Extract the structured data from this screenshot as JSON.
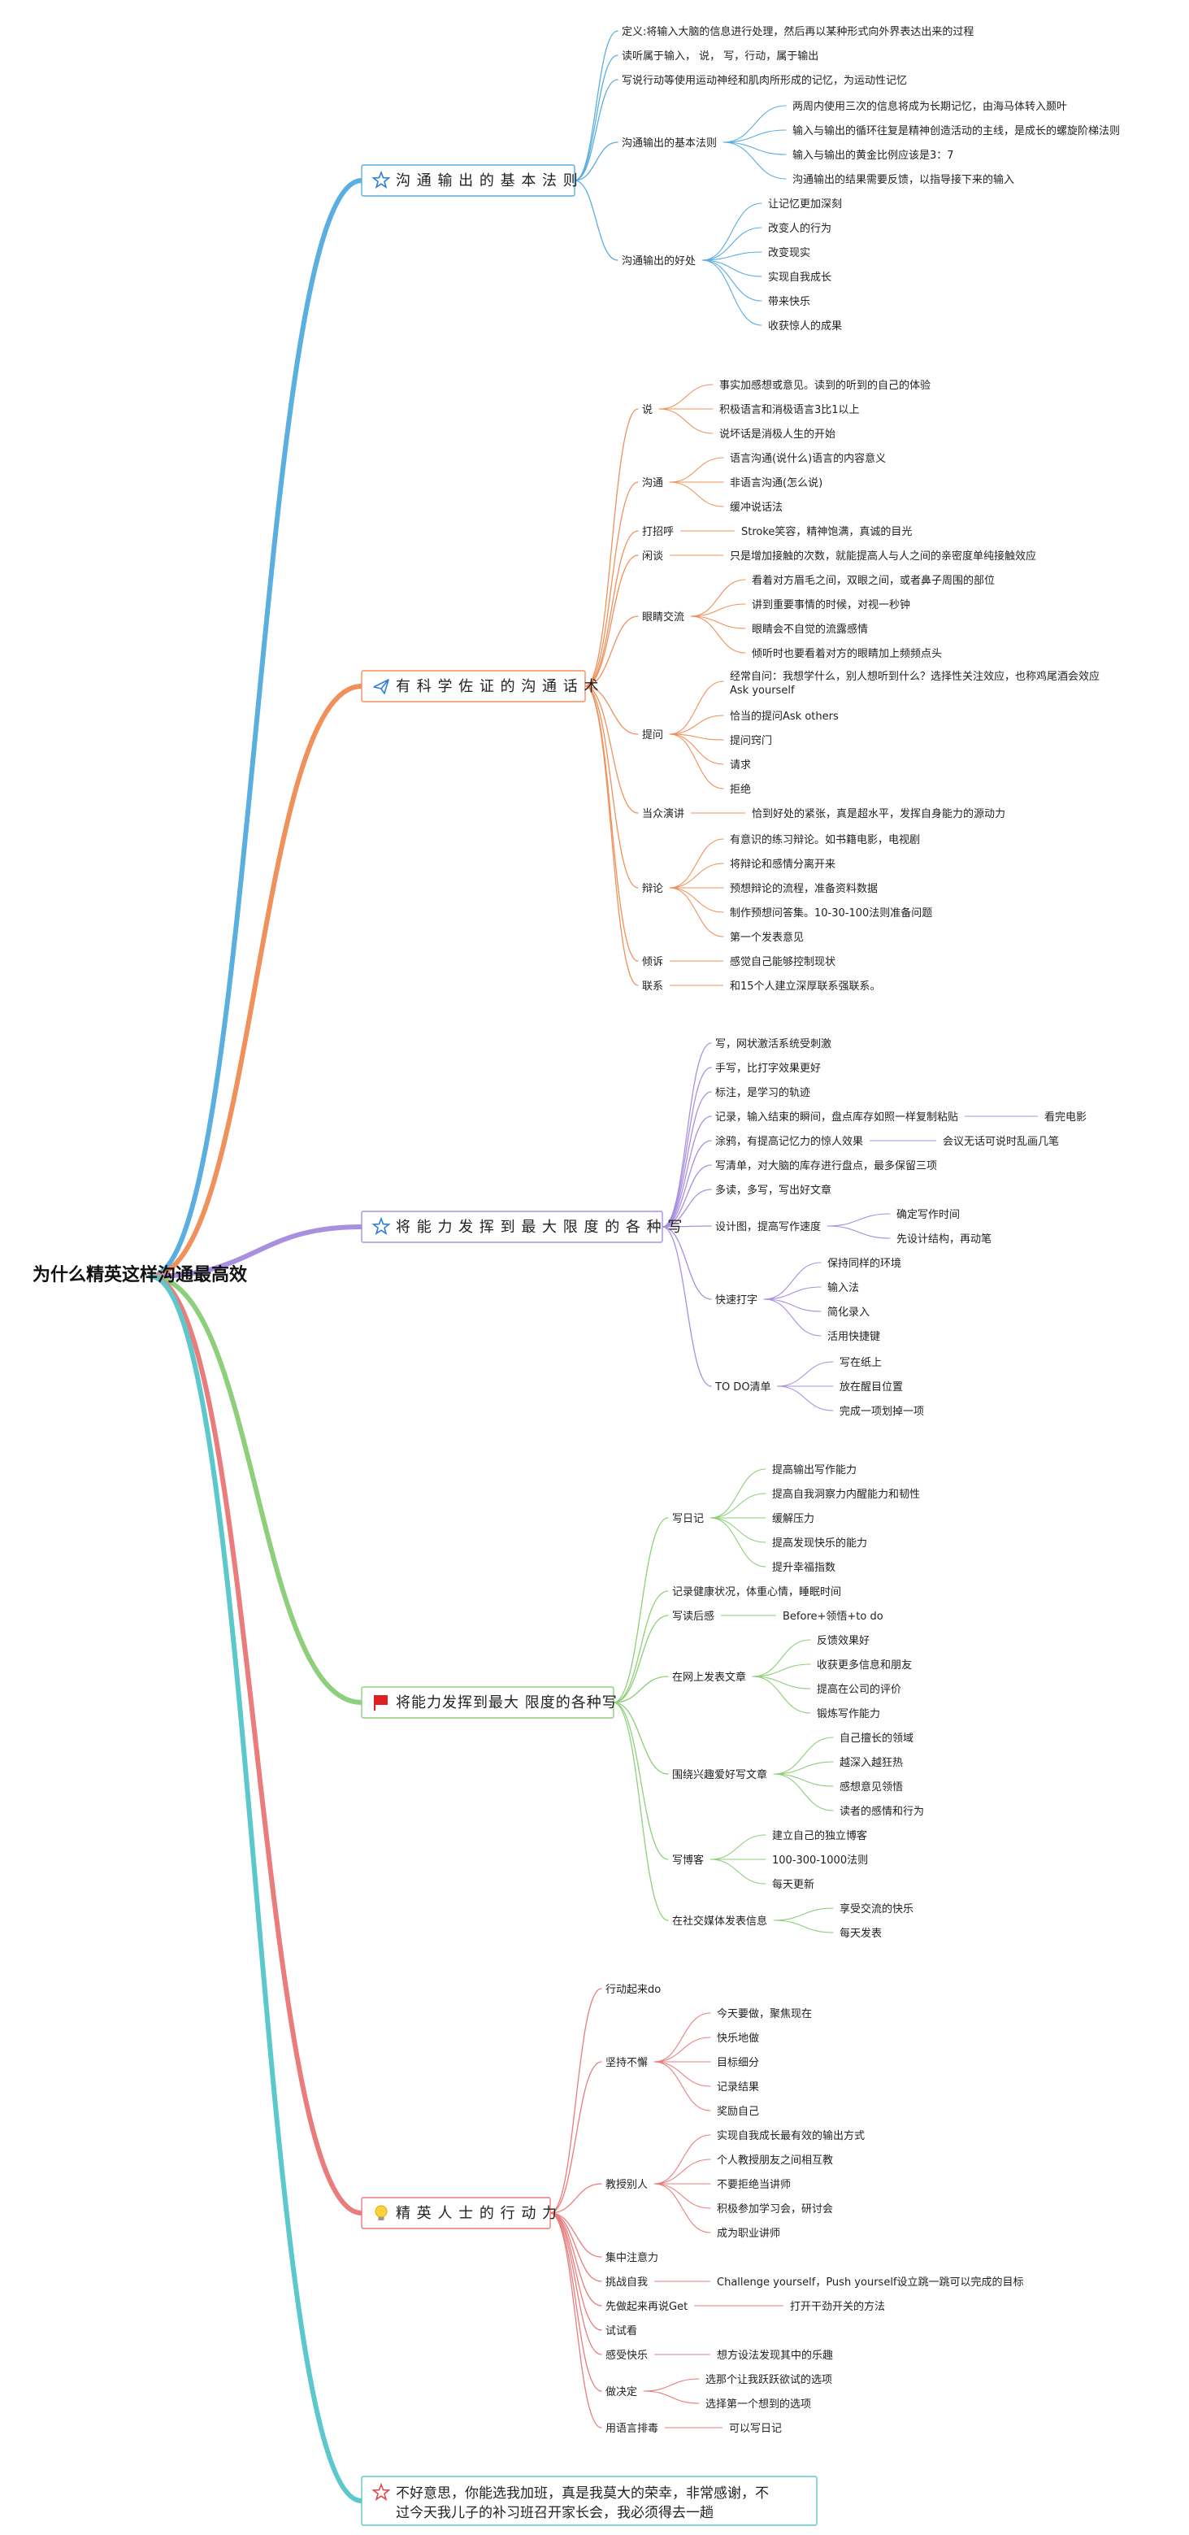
{
  "root": "为什么精英这样沟通最高效",
  "branches": [
    {
      "title": "沟 通 输 出 的 基 本 法 则",
      "icon": "star-outline-icon",
      "color": "#5aaee0",
      "children": [
        {
          "label": "定义:将输入大脑的信息进行处理，然后再以某种形式向外界表达出来的过程"
        },
        {
          "label": "读听属于输入， 说， 写，行动，属于输出"
        },
        {
          "label": "写说行动等使用运动神经和肌肉所形成的记忆，为运动性记忆"
        },
        {
          "label": "沟通输出的基本法则",
          "children": [
            {
              "label": "两周内使用三次的信息将成为长期记忆，由海马体转入颞叶"
            },
            {
              "label": "输入与输出的循环往复是精神创造活动的主线，是成长的螺旋阶梯法则"
            },
            {
              "label": "输入与输出的黄金比例应该是3：7"
            },
            {
              "label": "沟通输出的结果需要反馈，以指导接下来的输入"
            }
          ]
        },
        {
          "label": "沟通输出的好处",
          "children": [
            {
              "label": "让记忆更加深刻"
            },
            {
              "label": "改变人的行为"
            },
            {
              "label": "改变现实"
            },
            {
              "label": "实现自我成长"
            },
            {
              "label": "带来快乐"
            },
            {
              "label": "收获惊人的成果"
            }
          ]
        }
      ]
    },
    {
      "title": "有 科 学 佐 证 的 沟 通 话 术",
      "icon": "paper-plane-icon",
      "color": "#f0905a",
      "children": [
        {
          "label": "说",
          "children": [
            {
              "label": "事实加感想或意见。读到的听到的自己的体验"
            },
            {
              "label": "积极语言和消极语言3比1以上"
            },
            {
              "label": "说坏话是消极人生的开始"
            }
          ]
        },
        {
          "label": "沟通",
          "children": [
            {
              "label": "语言沟通(说什么)语言的内容意义"
            },
            {
              "label": "非语言沟通(怎么说)"
            },
            {
              "label": "缓冲说话法"
            }
          ]
        },
        {
          "label": "打招呼",
          "children": [
            {
              "label": "Stroke笑容，精神饱满，真诚的目光"
            }
          ]
        },
        {
          "label": "闲谈",
          "children": [
            {
              "label": "只是增加接触的次数，就能提高人与人之间的亲密度单纯接触效应"
            }
          ]
        },
        {
          "label": "眼睛交流",
          "children": [
            {
              "label": "看着对方眉毛之间，双眼之间，或者鼻子周围的部位"
            },
            {
              "label": "讲到重要事情的时候，对视一秒钟"
            },
            {
              "label": "眼睛会不自觉的流露感情"
            },
            {
              "label": "倾听时也要看着对方的眼睛加上频频点头"
            }
          ]
        },
        {
          "label": "提问",
          "children": [
            {
              "label": "经常自问：我想学什么，别人想听到什么？选择性关注效应，也称鸡尾酒会效应",
              "label2": "Ask yourself"
            },
            {
              "label": "恰当的提问Ask others"
            },
            {
              "label": "提问窍门"
            },
            {
              "label": "请求"
            },
            {
              "label": "拒绝"
            }
          ]
        },
        {
          "label": "当众演讲",
          "children": [
            {
              "label": "恰到好处的紧张，真是超水平，发挥自身能力的源动力"
            }
          ]
        },
        {
          "label": "辩论",
          "children": [
            {
              "label": "有意识的练习辩论。如书籍电影，电视剧"
            },
            {
              "label": "将辩论和感情分离开来"
            },
            {
              "label": "预想辩论的流程，准备资料数据"
            },
            {
              "label": "制作预想问答集。10-30-100法则准备问题"
            },
            {
              "label": "第一个发表意见"
            }
          ]
        },
        {
          "label": "倾诉",
          "children": [
            {
              "label": "感觉自己能够控制现状"
            }
          ]
        },
        {
          "label": "联系",
          "children": [
            {
              "label": "和15个人建立深厚联系强联系。"
            }
          ]
        }
      ]
    },
    {
      "title": "将 能 力 发 挥 到 最 大 限 度 的 各 种 写",
      "icon": "star-outline-icon",
      "color": "#a98fe0",
      "children": [
        {
          "label": "写，网状激活系统受刺激"
        },
        {
          "label": "手写，比打字效果更好"
        },
        {
          "label": "标注，是学习的轨迹"
        },
        {
          "label": "记录，输入结束的瞬间，盘点库存如照一样复制粘贴",
          "children": [
            {
              "label": "看完电影"
            }
          ]
        },
        {
          "label": "涂鸦，有提高记忆力的惊人效果",
          "children": [
            {
              "label": "会议无话可说时乱画几笔"
            }
          ]
        },
        {
          "label": "写清单，对大脑的库存进行盘点，最多保留三项"
        },
        {
          "label": "多读，多写，写出好文章"
        },
        {
          "label": "设计图，提高写作速度",
          "children": [
            {
              "label": "确定写作时间"
            },
            {
              "label": "先设计结构，再动笔"
            }
          ]
        },
        {
          "label": "快速打字",
          "children": [
            {
              "label": "保持同样的环境"
            },
            {
              "label": "输入法"
            },
            {
              "label": "简化录入"
            },
            {
              "label": "活用快捷键"
            }
          ]
        },
        {
          "label": "TO DO清单",
          "children": [
            {
              "label": "写在纸上"
            },
            {
              "label": "放在醒目位置"
            },
            {
              "label": "完成一项划掉一项"
            }
          ]
        }
      ]
    },
    {
      "title": "将能力发挥到最大 限度的各种写",
      "icon": "red-flag-icon",
      "color": "#8dcf7a",
      "children": [
        {
          "label": "写日记",
          "children": [
            {
              "label": "提高输出写作能力"
            },
            {
              "label": "提高自我洞察力内醒能力和韧性"
            },
            {
              "label": "缓解压力"
            },
            {
              "label": "提高发现快乐的能力"
            },
            {
              "label": "提升幸福指数"
            }
          ]
        },
        {
          "label": "记录健康状况，体重心情，睡眠时间"
        },
        {
          "label": "写读后感",
          "children": [
            {
              "label": "Before+领悟+to do"
            }
          ]
        },
        {
          "label": "在网上发表文章",
          "children": [
            {
              "label": "反馈效果好"
            },
            {
              "label": "收获更多信息和朋友"
            },
            {
              "label": "提高在公司的评价"
            },
            {
              "label": "锻炼写作能力"
            }
          ]
        },
        {
          "label": "围绕兴趣爱好写文章",
          "children": [
            {
              "label": "自己擅长的领域"
            },
            {
              "label": "越深入越狂热"
            },
            {
              "label": "感想意见领悟"
            },
            {
              "label": "读者的感情和行为"
            }
          ]
        },
        {
          "label": "写博客",
          "children": [
            {
              "label": "建立自己的独立博客"
            },
            {
              "label": "100-300-1000法则"
            },
            {
              "label": "每天更新"
            }
          ]
        },
        {
          "label": "在社交媒体发表信息",
          "children": [
            {
              "label": "享受交流的快乐"
            },
            {
              "label": "每天发表"
            }
          ]
        }
      ]
    },
    {
      "title": "精 英 人 士 的 行 动 力",
      "icon": "lightbulb-icon",
      "color": "#ea7c7c",
      "children": [
        {
          "label": "行动起来do"
        },
        {
          "label": "坚持不懈",
          "children": [
            {
              "label": "今天要做，聚焦现在"
            },
            {
              "label": "快乐地做"
            },
            {
              "label": "目标细分"
            },
            {
              "label": "记录结果"
            },
            {
              "label": "奖励自己"
            }
          ]
        },
        {
          "label": "教授别人",
          "children": [
            {
              "label": "实现自我成长最有效的输出方式"
            },
            {
              "label": "个人教授朋友之间相互教"
            },
            {
              "label": "不要拒绝当讲师"
            },
            {
              "label": "积极参加学习会，研讨会"
            },
            {
              "label": "成为职业讲师"
            }
          ]
        },
        {
          "label": "集中注意力"
        },
        {
          "label": "挑战自我",
          "children": [
            {
              "label": "Challenge yourself，Push yourself设立跳一跳可以完成的目标"
            }
          ]
        },
        {
          "label": "先做起来再说Get",
          "children": [
            {
              "label": "打开干劲开关的方法"
            }
          ]
        },
        {
          "label": "试试看"
        },
        {
          "label": "感受快乐",
          "children": [
            {
              "label": "想方设法发现其中的乐趣"
            }
          ]
        },
        {
          "label": "做决定",
          "children": [
            {
              "label": "选那个让我跃跃欲试的选项"
            },
            {
              "label": "选择第一个想到的选项"
            }
          ]
        },
        {
          "label": "用语言排毒",
          "children": [
            {
              "label": "可以写日记"
            }
          ]
        }
      ]
    },
    {
      "title": "不好意思，你能选我加班，真是我莫大的荣幸，非常感谢，不",
      "title2": "过今天我儿子的补习班召开家长会，我必须得去一趟",
      "icon": "star-outline-icon",
      "color": "#5cc8cc",
      "children": []
    }
  ]
}
